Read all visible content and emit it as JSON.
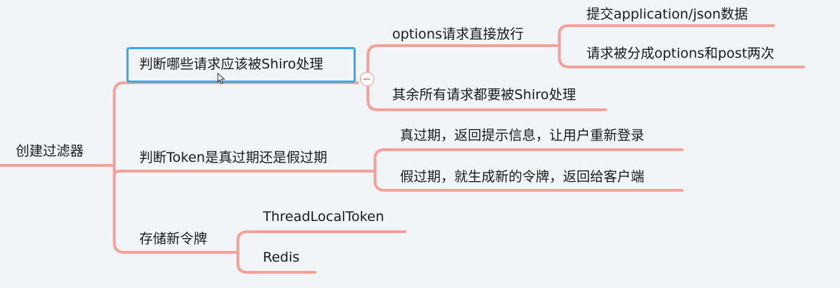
{
  "mindmap": {
    "root": "创建过滤器",
    "branches": [
      {
        "label": "判断哪些请求应该被Shiro处理",
        "children": [
          {
            "label": "options请求直接放行",
            "children": [
              "提交application/json数据",
              "请求被分成options和post两次"
            ]
          },
          {
            "label": "其余所有请求都要被Shiro处理",
            "children": []
          }
        ]
      },
      {
        "label": "判断Token是真过期还是假过期",
        "children": [
          {
            "label": "真过期，返回提示信息，让用户重新登录",
            "children": []
          },
          {
            "label": "假过期，就生成新的令牌，返回给客户端",
            "children": []
          }
        ]
      },
      {
        "label": "存储新令牌",
        "children": [
          {
            "label": "ThreadLocalToken",
            "children": []
          },
          {
            "label": "Redis",
            "children": []
          }
        ]
      }
    ]
  },
  "colors": {
    "link": "#f6a29b",
    "selection": "#3aa9e6",
    "background": "#f1f5f8"
  },
  "icons": {
    "collapse": "minus-circle-icon",
    "cursor": "mouse-pointer-icon"
  }
}
